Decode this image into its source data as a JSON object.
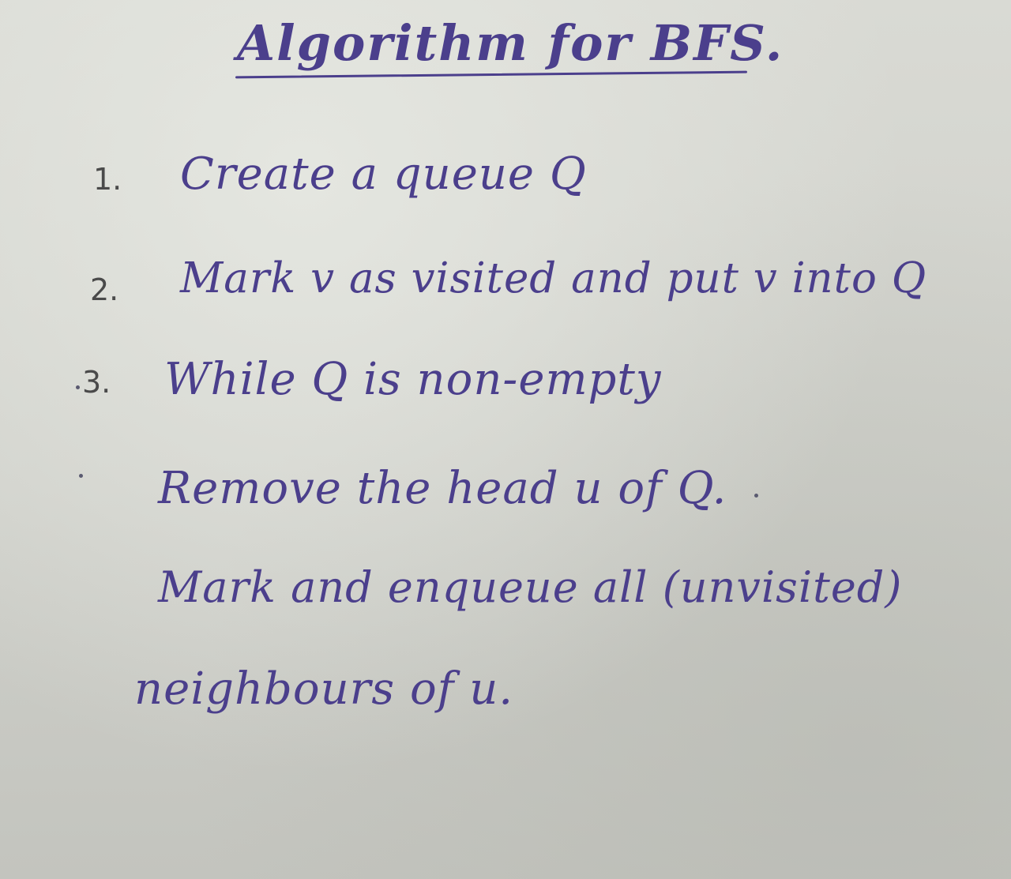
{
  "title": "Algorithm for BFS.",
  "steps": [
    {
      "num": "1.",
      "text": "Create a queue Q"
    },
    {
      "num": "2.",
      "text": "Mark v as visited and put v into Q"
    },
    {
      "num": "3.",
      "text": "While Q is non-empty"
    }
  ],
  "sub_lines": [
    "Remove the head u of Q.",
    "Mark and enqueue all (unvisited)",
    "neighbours of u."
  ],
  "ink_color": "#4b3f8c"
}
